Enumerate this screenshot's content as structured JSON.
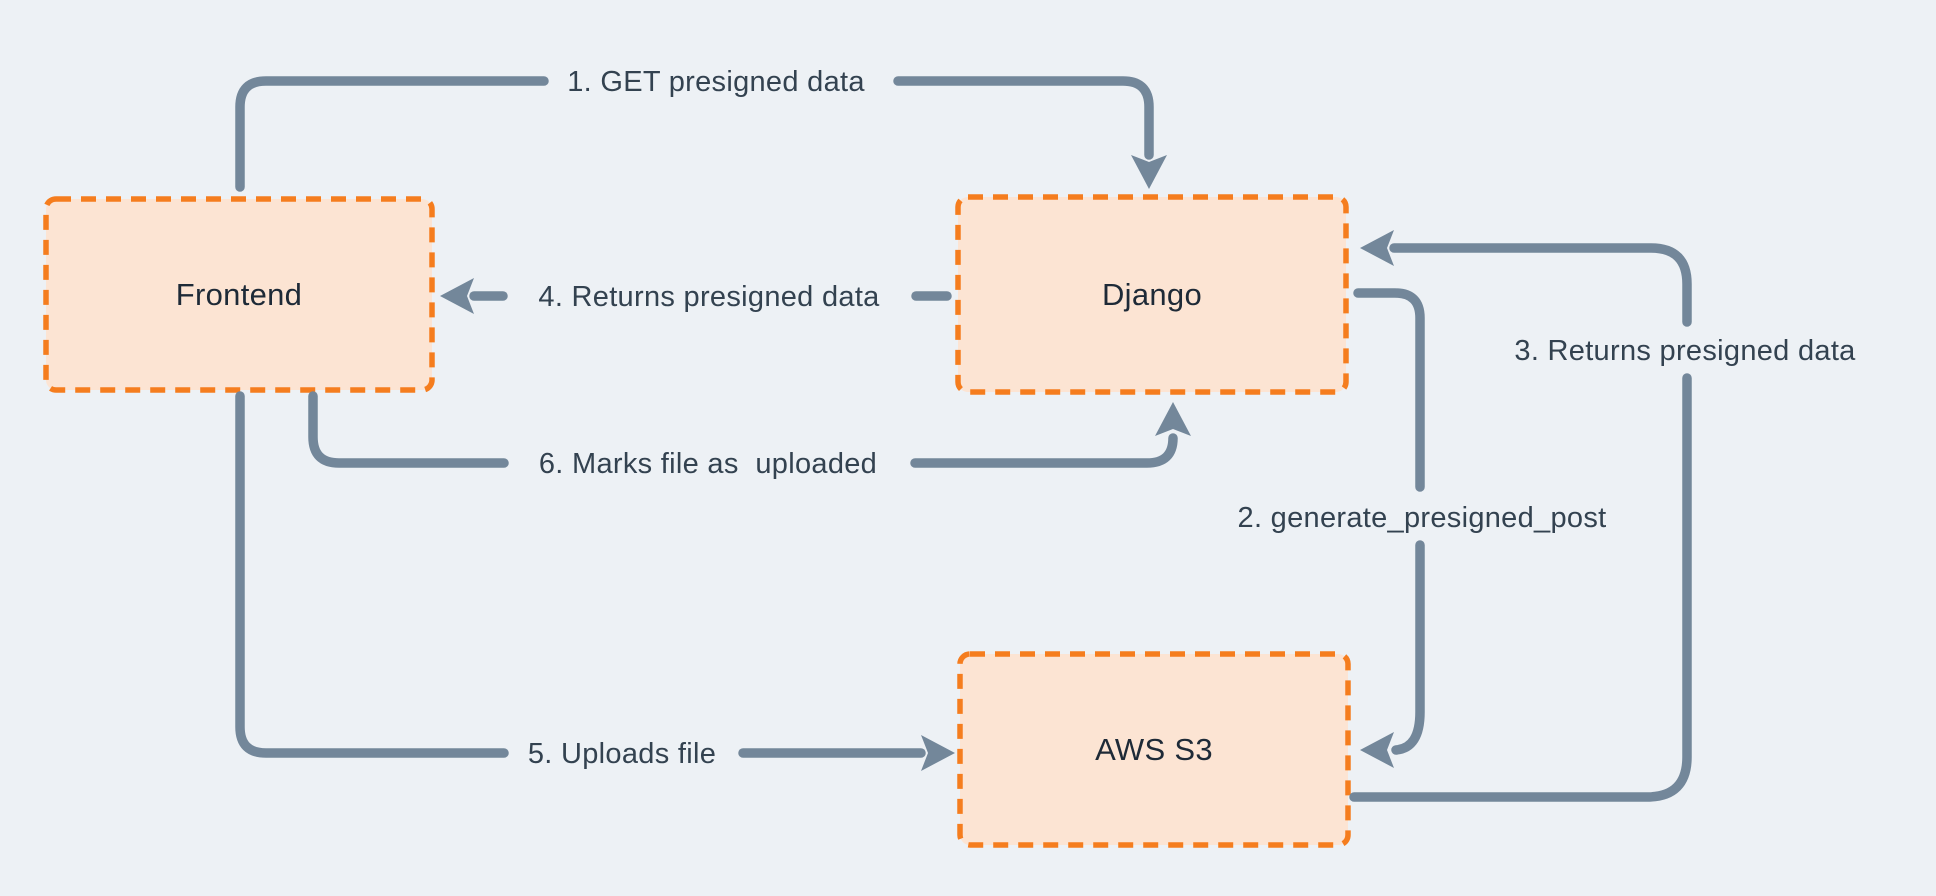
{
  "diagram": {
    "type": "sequence-flow-diagram",
    "description": "Presigned S3 upload flow between Frontend, Django and AWS S3",
    "colors": {
      "bg-color": "#edf1f5",
      "node-fill": "#fce4d3",
      "node-stroke": "#f57d1e",
      "node-label-color": "#1e2a37",
      "line-color": "#73879a",
      "edge-label-color": "#334250"
    },
    "nodes": [
      {
        "id": "frontend",
        "label": "Frontend"
      },
      {
        "id": "django",
        "label": "Django"
      },
      {
        "id": "aws-s3",
        "label": "AWS S3"
      }
    ],
    "edges": [
      {
        "step": "1",
        "label": "1. GET presigned data",
        "from": "Frontend",
        "to": "Django"
      },
      {
        "step": "2",
        "label": "2. generate_presigned_post",
        "from": "Django",
        "to": "AWS S3"
      },
      {
        "step": "3",
        "label": "3. Returns presigned data",
        "from": "AWS S3",
        "to": "Django"
      },
      {
        "step": "4",
        "label": "4. Returns presigned data",
        "from": "Django",
        "to": "Frontend"
      },
      {
        "step": "5",
        "label": "5. Uploads file",
        "from": "Frontend",
        "to": "AWS S3"
      },
      {
        "step": "6",
        "label": "6. Marks file as  uploaded",
        "from": "Frontend",
        "to": "Django"
      }
    ]
  }
}
